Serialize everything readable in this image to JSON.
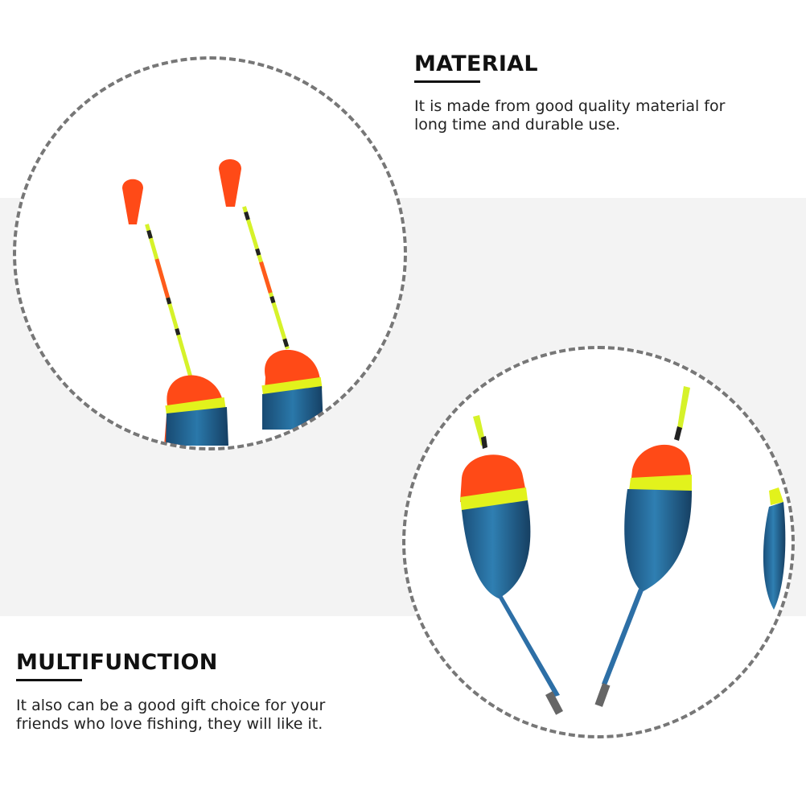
{
  "sections": {
    "material": {
      "heading": "MATERIAL",
      "body_lines": [
        "It is made from good quality material for",
        "long time and durable use."
      ]
    },
    "multifunction": {
      "heading": "MULTIFUNCTION",
      "body_lines": [
        "It also can be a good gift choice for your",
        "friends who love fishing, they will like it."
      ]
    }
  },
  "colors": {
    "float_tip": "#ff4a17",
    "float_band": "#e2f21c",
    "float_body": "#1f6696",
    "float_stem": "#2d6fa6",
    "dash_border": "#777777",
    "background_band": "#f3f3f3"
  },
  "images": [
    {
      "name": "floats-top-view-photo",
      "icon": "fishing-float-icon"
    },
    {
      "name": "floats-closeup-photo",
      "icon": "fishing-float-icon"
    }
  ]
}
